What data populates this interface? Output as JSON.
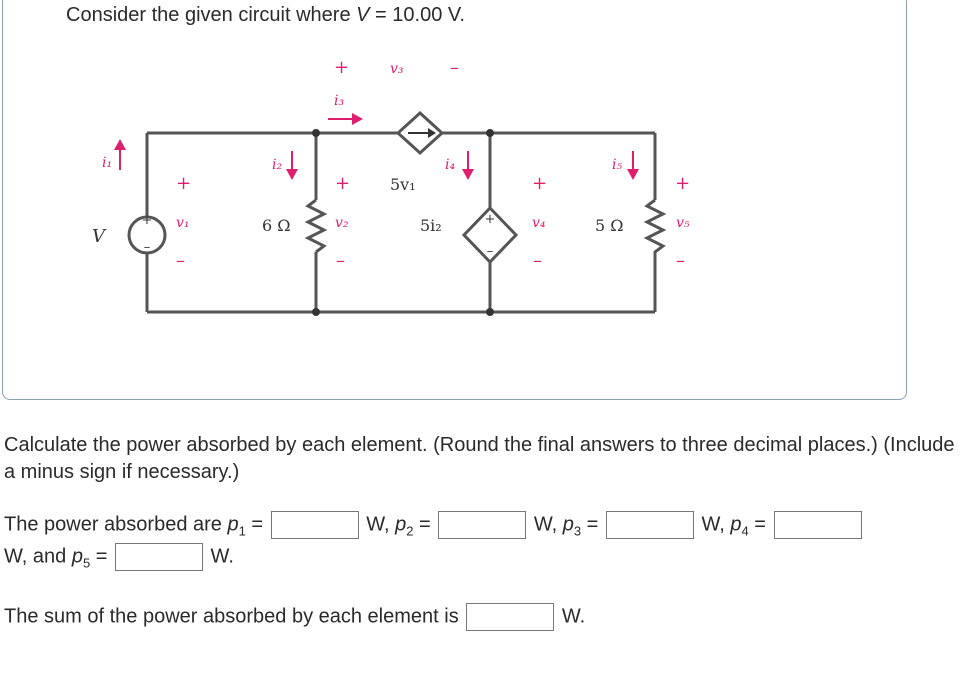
{
  "statement": {
    "prefix": "Consider the given circuit where ",
    "var": "V",
    "suffix": " = 10.00 V."
  },
  "circuit": {
    "V": "V",
    "i1": "i₁",
    "v1": "v₁",
    "r1": "6 Ω",
    "i2": "i₂",
    "v2": "v₂",
    "i3": "i₃",
    "v3": "v₃",
    "ccs_value": "5v₁",
    "i4": "i₄",
    "vcs_value": "5i₂",
    "v4": "v₄",
    "r2": "5 Ω",
    "i5": "i₅",
    "v5": "v₅",
    "plus": "+",
    "minus": "–"
  },
  "instructions": "Calculate the power absorbed by each element. (Round the final answers to three decimal places.) (Include a minus sign if necessary.)",
  "answers": {
    "line1_prefix": "The power absorbed are ",
    "p_symbol": "p",
    "eq": " =",
    "unit_sep": "W, ",
    "line2_prefix": "W, and ",
    "unit_end": "W.",
    "sum_label": "The sum of the power absorbed by each element is",
    "sum_unit": "W.",
    "subs": [
      "1",
      "2",
      "3",
      "4",
      "5"
    ]
  }
}
